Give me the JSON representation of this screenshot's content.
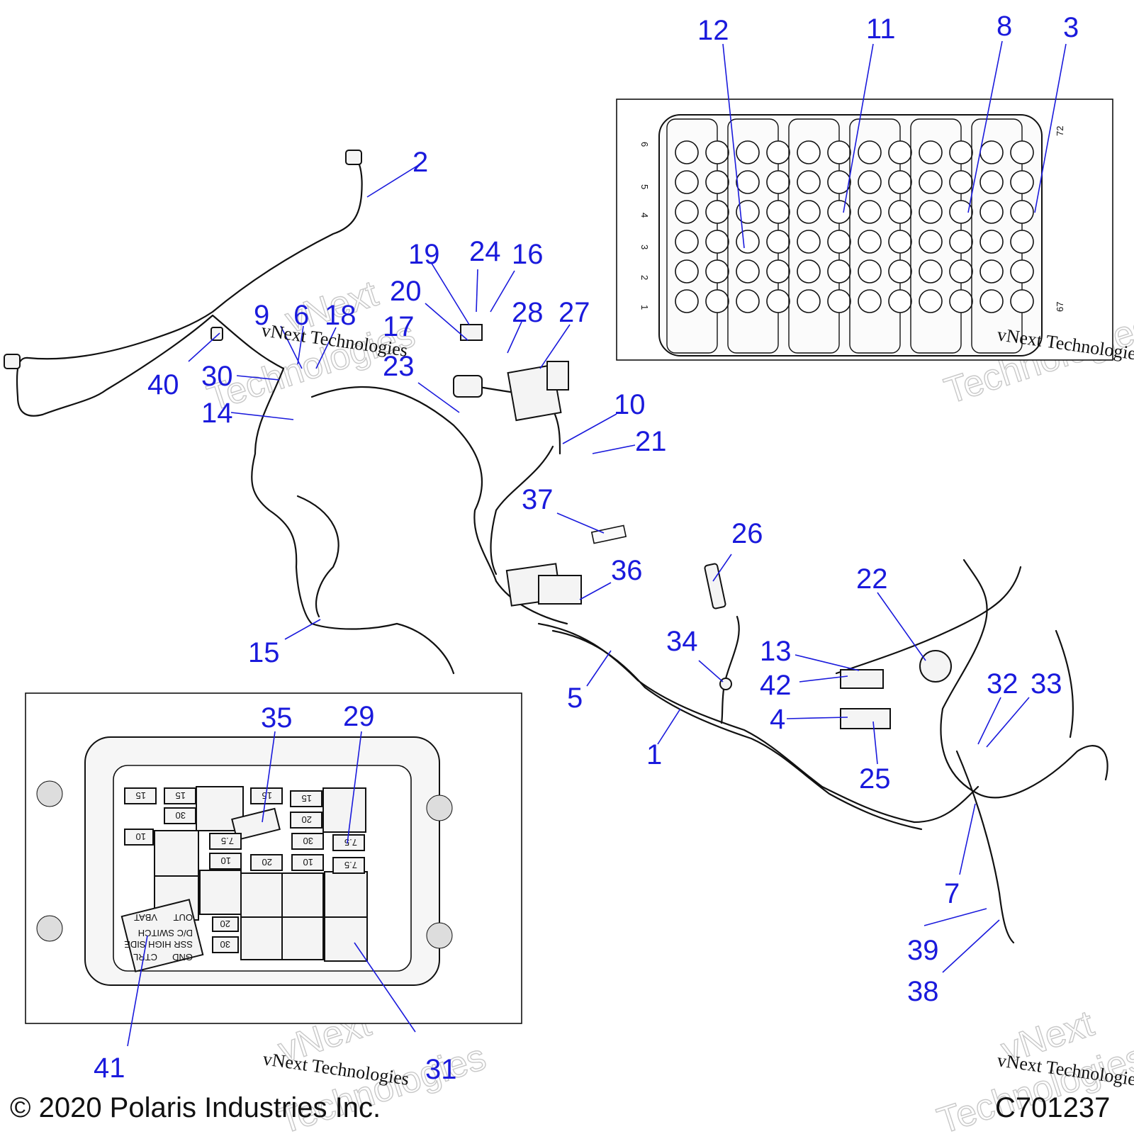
{
  "callouts": [
    {
      "n": "1"
    },
    {
      "n": "2"
    },
    {
      "n": "3"
    },
    {
      "n": "4"
    },
    {
      "n": "5"
    },
    {
      "n": "6"
    },
    {
      "n": "7"
    },
    {
      "n": "8"
    },
    {
      "n": "9"
    },
    {
      "n": "10"
    },
    {
      "n": "11"
    },
    {
      "n": "12"
    },
    {
      "n": "13"
    },
    {
      "n": "14"
    },
    {
      "n": "15"
    },
    {
      "n": "16"
    },
    {
      "n": "17"
    },
    {
      "n": "18"
    },
    {
      "n": "19"
    },
    {
      "n": "20"
    },
    {
      "n": "21"
    },
    {
      "n": "22"
    },
    {
      "n": "23"
    },
    {
      "n": "24"
    },
    {
      "n": "25"
    },
    {
      "n": "26"
    },
    {
      "n": "27"
    },
    {
      "n": "28"
    },
    {
      "n": "29"
    },
    {
      "n": "30"
    },
    {
      "n": "31"
    },
    {
      "n": "32"
    },
    {
      "n": "33"
    },
    {
      "n": "34"
    },
    {
      "n": "35"
    },
    {
      "n": "36"
    },
    {
      "n": "37"
    },
    {
      "n": "38"
    },
    {
      "n": "39"
    },
    {
      "n": "40"
    },
    {
      "n": "41"
    },
    {
      "n": "42"
    }
  ],
  "connector_pin_labels": [
    "6",
    "5",
    "4",
    "3",
    "2",
    "1",
    "72",
    "67"
  ],
  "fuse_ratings": [
    "15",
    "15",
    "15",
    "15",
    "30",
    "20",
    "10",
    "7.5",
    "30",
    "7.5",
    "10",
    "20",
    "10",
    "7.5",
    "20",
    "30"
  ],
  "relay_label": [
    "CTRL",
    "GND",
    "SSR HIGH SIDE",
    "D/C SWITCH",
    "OUT",
    "VBAT"
  ],
  "watermark": {
    "serif": "vNext Technologies",
    "ghost_a": "vNext",
    "ghost_b": "Technologies"
  },
  "footer": {
    "copyright": "© 2020 Polaris Industries Inc.",
    "code": "C701237"
  },
  "colors": {
    "callout": "#1a1adc",
    "line": "#111111"
  }
}
